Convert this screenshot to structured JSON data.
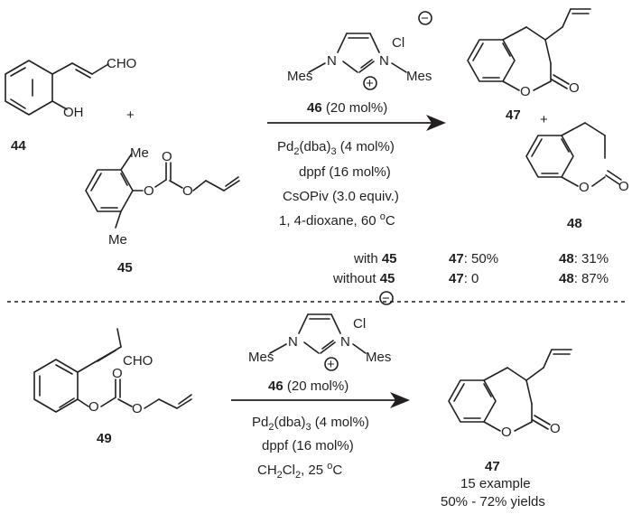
{
  "scheme_top": {
    "atoms": {
      "cho": "CHO",
      "oh": "OH",
      "plus": "+",
      "me": "Me",
      "o": "O",
      "n": "N",
      "mes": "Mes",
      "cl": "Cl",
      "minus": "−",
      "plus_charge": "+"
    },
    "compound_44": "44",
    "compound_45": "45",
    "compound_46": "46",
    "compound_47": "47",
    "compound_48": "48",
    "catalyst_loading": " (20 mol%)",
    "conditions": {
      "line1_a": "Pd",
      "line1_sub2": "2",
      "line1_b": "(dba)",
      "line1_sub3": "3",
      "line1_c": " (4 mol%)",
      "line2": "dppf (16 mol%)",
      "line3": "CsOPiv (3.0 equiv.)",
      "line4_a": "1, 4-dioxane, 60 ",
      "line4_sup": "o",
      "line4_b": "C"
    },
    "yields": {
      "with_text": "with ",
      "with_cmpd": "45",
      "with_47_cmpd": "47",
      "with_47_val": ": 50%",
      "with_48_cmpd": "48",
      "with_48_val": ": 31%",
      "without_text": "without ",
      "without_cmpd": "45",
      "without_47_cmpd": "47",
      "without_47_val": ":  0",
      "without_48_cmpd": "48",
      "without_48_val": ": 87%"
    }
  },
  "scheme_bottom": {
    "compound_49": "49",
    "compound_46": "46",
    "compound_47": "47",
    "catalyst_loading": " (20 mol%)",
    "conditions": {
      "line1_a": "Pd",
      "line1_sub2": "2",
      "line1_b": "(dba)",
      "line1_sub3": "3",
      "line1_c": " (4 mol%)",
      "line2": "dppf (16 mol%)",
      "line3_a": "CH",
      "line3_sub1": "2",
      "line3_b": "Cl",
      "line3_sub2": "2",
      "line3_c": ", 25 ",
      "line3_sup": "o",
      "line3_d": "C"
    },
    "note_line1": "15 example",
    "note_line2": "50% - 72% yields"
  }
}
